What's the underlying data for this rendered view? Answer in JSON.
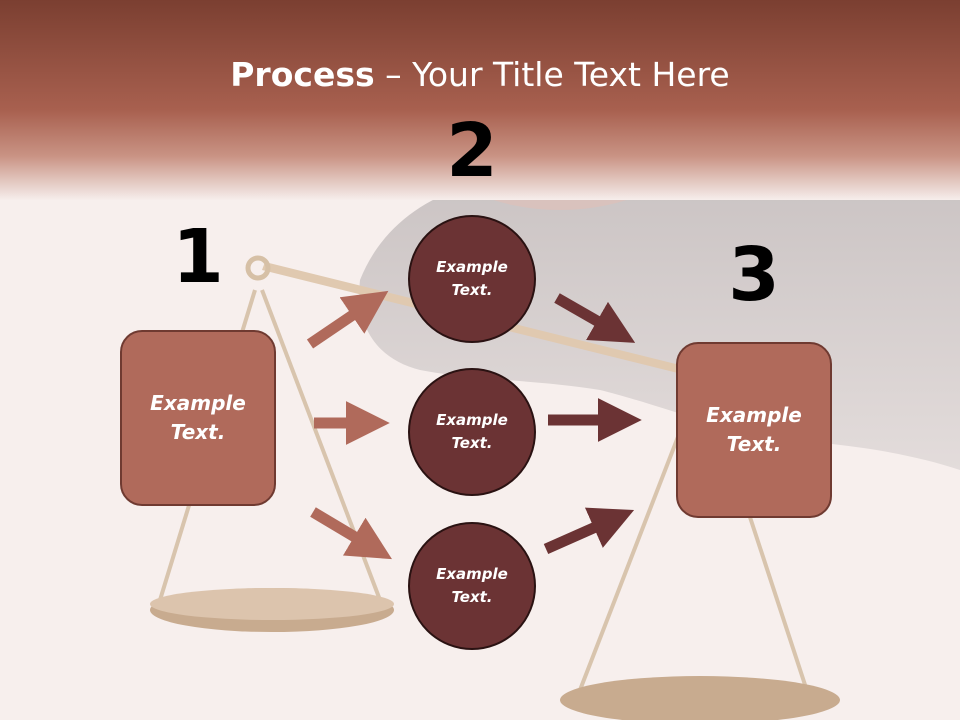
{
  "title": {
    "bold": "Process",
    "separator": " – ",
    "rest": "Your Title Text Here"
  },
  "steps": {
    "step1": {
      "number": "1",
      "text": "Example\nText."
    },
    "step2": {
      "number": "2",
      "text": "Example\nText."
    },
    "step3": {
      "number": "3",
      "text": "Example\nText."
    }
  },
  "circles": [
    {
      "text": "Example\nText."
    },
    {
      "text": "Example\nText."
    },
    {
      "text": "Example\nText."
    }
  ],
  "colors": {
    "header": "#9e5545",
    "box_fill": "#b06a5b",
    "circle_fill": "#6b3334",
    "arrow_light": "#b06a5b",
    "arrow_dark": "#6b3334"
  }
}
